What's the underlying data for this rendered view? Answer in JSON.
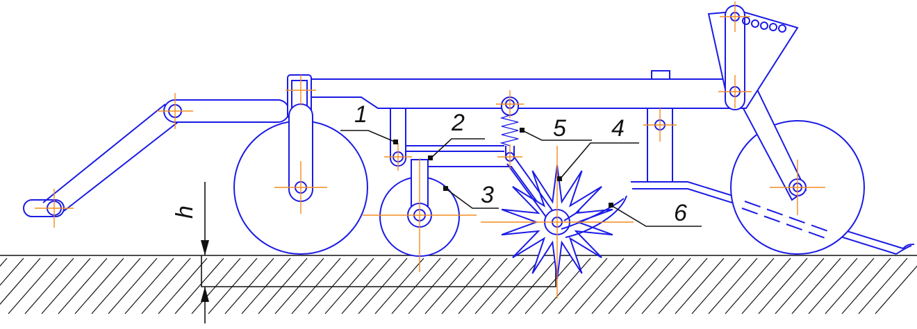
{
  "diagram": {
    "labels": {
      "part1": "1",
      "part2": "2",
      "part3": "3",
      "part4": "4",
      "part5": "5",
      "part6": "6",
      "depth": "h"
    },
    "colors": {
      "outline": "#1a1ae6",
      "center_marks": "#f28c1e",
      "leaders_and_soil": "#111111",
      "background": "#ffffff"
    }
  }
}
